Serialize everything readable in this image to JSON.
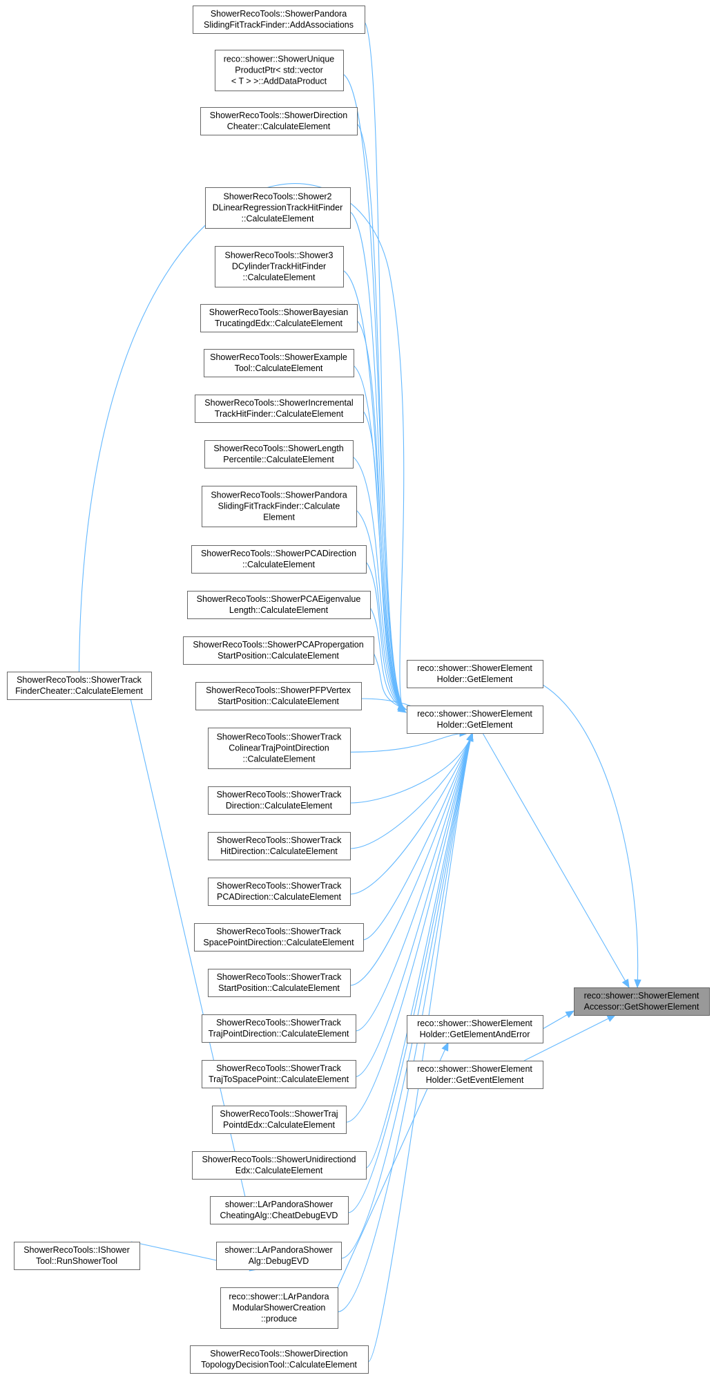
{
  "diagram": {
    "type": "call-graph",
    "colors": {
      "edge": "#63b8ff",
      "node_border": "#666666",
      "focus_fill": "#999999",
      "node_fill": "#ffffff"
    },
    "nodes": [
      {
        "id": "n1",
        "lines": [
          "ShowerRecoTools::ShowerPandora",
          "SlidingFitTrackFinder::AddAssociations"
        ]
      },
      {
        "id": "n2",
        "lines": [
          "reco::shower::ShowerUnique",
          "ProductPtr< std::vector",
          "< T > >::AddDataProduct"
        ]
      },
      {
        "id": "n3",
        "lines": [
          "ShowerRecoTools::ShowerDirection",
          "Cheater::CalculateElement"
        ]
      },
      {
        "id": "n4",
        "lines": [
          "ShowerRecoTools::Shower2",
          "DLinearRegressionTrackHitFinder",
          "::CalculateElement"
        ]
      },
      {
        "id": "n5",
        "lines": [
          "ShowerRecoTools::Shower3",
          "DCylinderTrackHitFinder",
          "::CalculateElement"
        ]
      },
      {
        "id": "n6",
        "lines": [
          "ShowerRecoTools::ShowerBayesian",
          "TrucatingdEdx::CalculateElement"
        ]
      },
      {
        "id": "n7",
        "lines": [
          "ShowerRecoTools::ShowerExample",
          "Tool::CalculateElement"
        ]
      },
      {
        "id": "n8",
        "lines": [
          "ShowerRecoTools::ShowerIncremental",
          "TrackHitFinder::CalculateElement"
        ]
      },
      {
        "id": "n9",
        "lines": [
          "ShowerRecoTools::ShowerLength",
          "Percentile::CalculateElement"
        ]
      },
      {
        "id": "n10",
        "lines": [
          "ShowerRecoTools::ShowerPandora",
          "SlidingFitTrackFinder::Calculate",
          "Element"
        ]
      },
      {
        "id": "n11",
        "lines": [
          "ShowerRecoTools::ShowerPCADirection",
          "::CalculateElement"
        ]
      },
      {
        "id": "n12",
        "lines": [
          "ShowerRecoTools::ShowerPCAEigenvalue",
          "Length::CalculateElement"
        ]
      },
      {
        "id": "n13",
        "lines": [
          "ShowerRecoTools::ShowerPCAPropergation",
          "StartPosition::CalculateElement"
        ]
      },
      {
        "id": "n14",
        "lines": [
          "ShowerRecoTools::ShowerPFPVertex",
          "StartPosition::CalculateElement"
        ]
      },
      {
        "id": "n15",
        "lines": [
          "ShowerRecoTools::ShowerTrack",
          "ColinearTrajPointDirection",
          "::CalculateElement"
        ]
      },
      {
        "id": "n16",
        "lines": [
          "ShowerRecoTools::ShowerTrack",
          "Direction::CalculateElement"
        ]
      },
      {
        "id": "n17",
        "lines": [
          "ShowerRecoTools::ShowerTrack",
          "HitDirection::CalculateElement"
        ]
      },
      {
        "id": "n18",
        "lines": [
          "ShowerRecoTools::ShowerTrack",
          "PCADirection::CalculateElement"
        ]
      },
      {
        "id": "n19",
        "lines": [
          "ShowerRecoTools::ShowerTrack",
          "SpacePointDirection::CalculateElement"
        ]
      },
      {
        "id": "n20",
        "lines": [
          "ShowerRecoTools::ShowerTrack",
          "StartPosition::CalculateElement"
        ]
      },
      {
        "id": "n21",
        "lines": [
          "ShowerRecoTools::ShowerTrack",
          "TrajPointDirection::CalculateElement"
        ]
      },
      {
        "id": "n22",
        "lines": [
          "ShowerRecoTools::ShowerTrack",
          "TrajToSpacePoint::CalculateElement"
        ]
      },
      {
        "id": "n23",
        "lines": [
          "ShowerRecoTools::ShowerTraj",
          "PointdEdx::CalculateElement"
        ]
      },
      {
        "id": "n24",
        "lines": [
          "ShowerRecoTools::ShowerUnidirectiond",
          "Edx::CalculateElement"
        ]
      },
      {
        "id": "n25",
        "lines": [
          "shower::LArPandoraShower",
          "CheatingAlg::CheatDebugEVD"
        ]
      },
      {
        "id": "n26",
        "lines": [
          "shower::LArPandoraShower",
          "Alg::DebugEVD"
        ]
      },
      {
        "id": "n27",
        "lines": [
          "reco::shower::LArPandora",
          "ModularShowerCreation",
          "::produce"
        ]
      },
      {
        "id": "n28",
        "lines": [
          "ShowerRecoTools::ShowerDirection",
          "TopologyDecisionTool::CalculateElement"
        ]
      },
      {
        "id": "n29",
        "lines": [
          "ShowerRecoTools::ShowerTrack",
          "FinderCheater::CalculateElement"
        ]
      },
      {
        "id": "n30",
        "lines": [
          "ShowerRecoTools::IShower",
          "Tool::RunShowerTool"
        ]
      },
      {
        "id": "n31",
        "lines": [
          "reco::shower::ShowerElement",
          "Holder::GetElement"
        ]
      },
      {
        "id": "n32",
        "lines": [
          "reco::shower::ShowerElement",
          "Holder::GetElement"
        ]
      },
      {
        "id": "n33",
        "lines": [
          "reco::shower::ShowerElement",
          "Holder::GetElementAndError"
        ]
      },
      {
        "id": "n34",
        "lines": [
          "reco::shower::ShowerElement",
          "Holder::GetEventElement"
        ]
      },
      {
        "id": "n35",
        "lines": [
          "reco::shower::ShowerElement",
          "Accessor::GetShowerElement"
        ],
        "focus": true
      }
    ],
    "edges": [
      [
        "n32",
        "n1"
      ],
      [
        "n32",
        "n2"
      ],
      [
        "n32",
        "n3"
      ],
      [
        "n32",
        "n4"
      ],
      [
        "n32",
        "n5"
      ],
      [
        "n32",
        "n6"
      ],
      [
        "n32",
        "n7"
      ],
      [
        "n32",
        "n8"
      ],
      [
        "n32",
        "n9"
      ],
      [
        "n32",
        "n10"
      ],
      [
        "n32",
        "n11"
      ],
      [
        "n32",
        "n12"
      ],
      [
        "n32",
        "n13"
      ],
      [
        "n32",
        "n14"
      ],
      [
        "n32",
        "n15"
      ],
      [
        "n32",
        "n16"
      ],
      [
        "n32",
        "n17"
      ],
      [
        "n32",
        "n18"
      ],
      [
        "n32",
        "n19"
      ],
      [
        "n32",
        "n20"
      ],
      [
        "n32",
        "n21"
      ],
      [
        "n32",
        "n22"
      ],
      [
        "n32",
        "n23"
      ],
      [
        "n32",
        "n24"
      ],
      [
        "n32",
        "n25"
      ],
      [
        "n32",
        "n26"
      ],
      [
        "n32",
        "n27"
      ],
      [
        "n32",
        "n28"
      ],
      [
        "n32",
        "n29"
      ],
      [
        "n25",
        "n29"
      ],
      [
        "n26",
        "n30"
      ],
      [
        "n33",
        "n27"
      ],
      [
        "n35",
        "n31"
      ],
      [
        "n35",
        "n32"
      ],
      [
        "n35",
        "n33"
      ],
      [
        "n35",
        "n34"
      ]
    ]
  }
}
